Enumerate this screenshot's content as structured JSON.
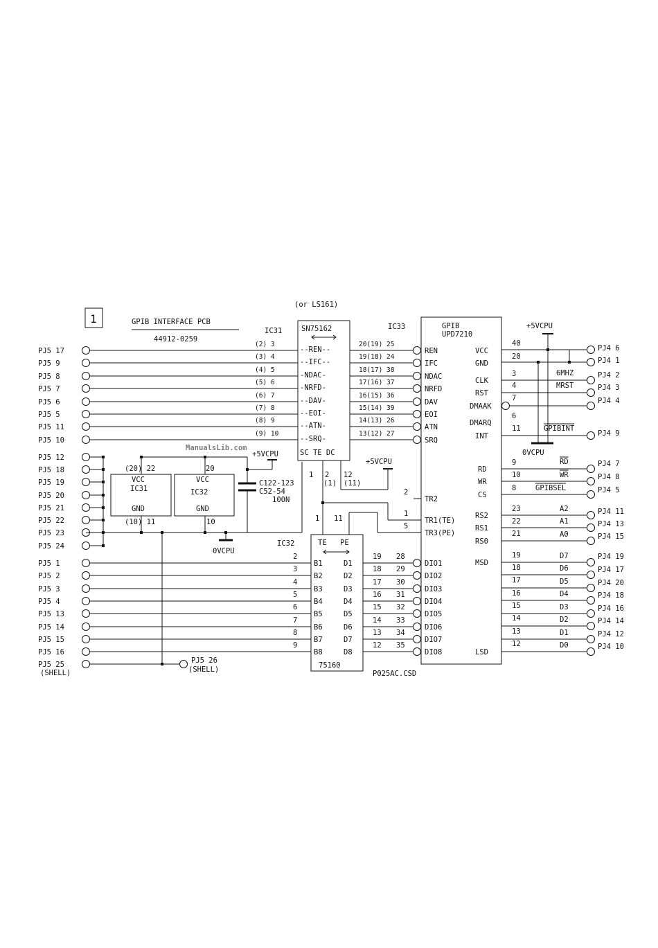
{
  "sheet_number": "1",
  "title": "GPIB INTERFACE PCB",
  "part_number": "44912-0259",
  "alt_part_note": "(or LS161)",
  "drawing_id": "P025AC.CSD",
  "watermark": "ManualsLib.com",
  "ic31": {
    "ref": "IC31",
    "part": "SN75162",
    "left_pins": [
      "(2) 3",
      "(3) 4",
      "(4) 5",
      "(5) 6",
      "(6) 7",
      "(7) 8",
      "(8) 9",
      "(9) 10"
    ],
    "signals": [
      "--REN--",
      "--IFC--",
      "-NDAC-",
      "-NRFD-",
      "--DAV-",
      "--EOI-",
      "--ATN-",
      "--SRQ-"
    ],
    "right_pins": [
      "20(19) 25",
      "19(18) 24",
      "18(17) 38",
      "17(16) 37",
      "16(15) 36",
      "15(14) 39",
      "14(13) 26",
      "13(12) 27"
    ],
    "bottom": "SC TE DC",
    "bottom_pins": [
      "1",
      "2",
      "(1)",
      "12",
      "(11)"
    ]
  },
  "ic33": {
    "ref": "IC33",
    "name": "GPIB",
    "part": "UPD7210",
    "left_signals": [
      "REN",
      "IFC",
      "NDAC",
      "NRFD",
      "DAV",
      "EOI",
      "ATN",
      "SRQ"
    ],
    "tr_labels": [
      "TR2",
      "TR1(TE)",
      "TR3(PE)"
    ],
    "tr_pins": [
      "2",
      "1",
      "5"
    ],
    "dio": [
      "DIO1",
      "DIO2",
      "DIO3",
      "DIO4",
      "DIO5",
      "DIO6",
      "DIO7",
      "DIO8"
    ],
    "dio_pins": [
      "28",
      "29",
      "30",
      "31",
      "32",
      "33",
      "34",
      "35"
    ],
    "right_signals": [
      "VCC",
      "GND",
      "CLK",
      "RST",
      "DMAAK",
      "DMARQ",
      "INT",
      "RD",
      "WR",
      "CS",
      "RS2",
      "RS1",
      "RS0",
      "MSD",
      "LSD"
    ],
    "right_pins": [
      "40",
      "20",
      "3",
      "4",
      "7",
      "6",
      "11",
      "9",
      "10",
      "8",
      "23",
      "22",
      "21",
      "19",
      "18",
      "17",
      "16",
      "15",
      "14",
      "13",
      "12"
    ],
    "net_labels": [
      "6MHZ",
      "MRST",
      "GPIBINT",
      "RD",
      "WR",
      "GPIBSEL",
      "A2",
      "A1",
      "A0",
      "D7",
      "D6",
      "D5",
      "D4",
      "D3",
      "D2",
      "D1",
      "D0"
    ]
  },
  "ic32": {
    "ref": "IC32",
    "part": "75160",
    "top": [
      "TE",
      "PE"
    ],
    "b_labels": [
      "B1",
      "B2",
      "B3",
      "B4",
      "B5",
      "B6",
      "B7",
      "B8"
    ],
    "d_labels": [
      "D1",
      "D2",
      "D3",
      "D4",
      "D5",
      "D6",
      "D7",
      "D8"
    ],
    "b_pins": [
      "2",
      "3",
      "4",
      "5",
      "6",
      "7",
      "8",
      "9"
    ],
    "d_pins": [
      "19",
      "18",
      "17",
      "16",
      "15",
      "14",
      "13",
      "12"
    ],
    "ctl_pins": [
      "1",
      "11"
    ]
  },
  "power": {
    "ic31_box": [
      "VCC",
      "IC31",
      "GND"
    ],
    "ic32_box": [
      "VCC",
      "IC32",
      "GND"
    ],
    "pins": [
      "(20) 22",
      "20",
      "(10) 11",
      "10"
    ],
    "supply": "+5VCPU",
    "ground": "0VCPU",
    "caps": [
      "C122-123",
      "C52-54",
      "100N"
    ]
  },
  "pj5_left": [
    "PJ5 17",
    "PJ5 9",
    "PJ5 8",
    "PJ5 7",
    "PJ5 6",
    "PJ5 5",
    "PJ5 11",
    "PJ5 10"
  ],
  "pj5_power": [
    "PJ5 12",
    "PJ5 18",
    "PJ5 19",
    "PJ5 20",
    "PJ5 21",
    "PJ5 22",
    "PJ5 23",
    "PJ5 24"
  ],
  "pj5_data": [
    "PJ5 1",
    "PJ5 2",
    "PJ5 3",
    "PJ5 4",
    "PJ5 13",
    "PJ5 14",
    "PJ5 15",
    "PJ5 16"
  ],
  "pj5_shell": [
    "PJ5 25",
    "(SHELL)"
  ],
  "pj5_26": [
    "PJ5 26",
    "(SHELL)"
  ],
  "pj4_right": [
    "PJ4 6",
    "PJ4 1",
    "PJ4 2",
    "PJ4 3",
    "PJ4 4",
    "PJ4 9",
    "PJ4 7",
    "PJ4 8",
    "PJ4 5",
    "PJ4 11",
    "PJ4 13",
    "PJ4 15",
    "PJ4 19",
    "PJ4 17",
    "PJ4 20",
    "PJ4 18",
    "PJ4 16",
    "PJ4 14",
    "PJ4 12",
    "PJ4 10"
  ]
}
